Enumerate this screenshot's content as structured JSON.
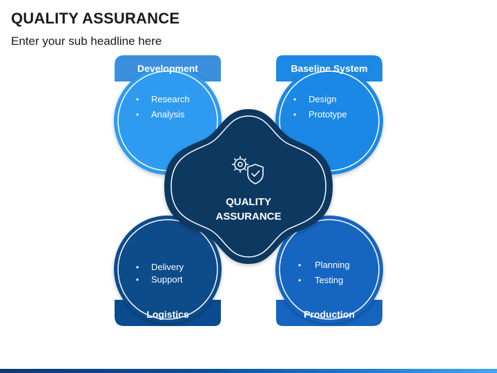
{
  "header": {
    "title": "QUALITY ASSURANCE",
    "subtitle": "Enter your sub headline here"
  },
  "center": {
    "line1": "QUALITY",
    "line2": "ASSURANCE",
    "icon": "gear-shield-icon"
  },
  "quadrants": [
    {
      "label": "Development",
      "items": [
        "Research",
        "Analysis"
      ]
    },
    {
      "label": "Baseline System",
      "items": [
        "Design",
        "Prototype"
      ]
    },
    {
      "label": "Logistics",
      "items": [
        "Delivery",
        "Support"
      ]
    },
    {
      "label": "Production",
      "items": [
        "Planning",
        "Testing"
      ]
    }
  ],
  "colors": {
    "development": "#2e9bf0",
    "baseline": "#1e88e5",
    "logistics": "#0f4c8a",
    "production": "#1565c0",
    "center": "#0b3760",
    "tab_light": "#3b8fdc",
    "tab_dark": "#0b4b8f"
  }
}
